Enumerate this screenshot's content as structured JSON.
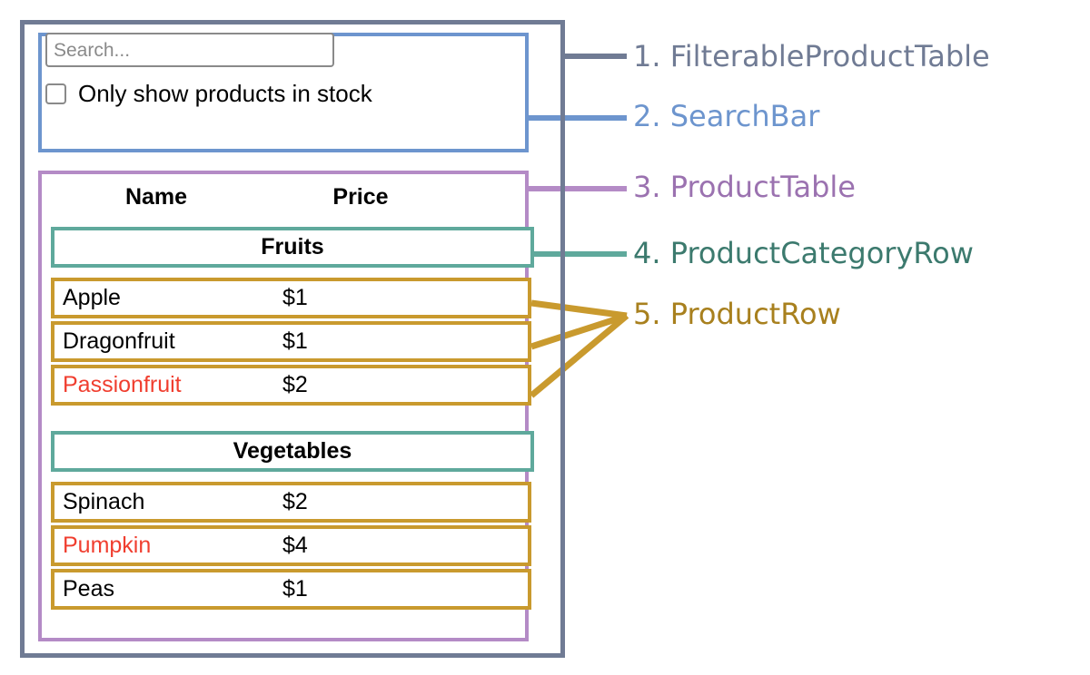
{
  "diagram": {
    "title": "React component hierarchy annotation diagram",
    "legend": [
      {
        "number": "1.",
        "label": "FilterableProductTable",
        "color": "#707B94"
      },
      {
        "number": "2.",
        "label": "SearchBar",
        "color": "#6D95CE"
      },
      {
        "number": "3.",
        "label": "ProductTable",
        "color": "#9B72B0"
      },
      {
        "number": "4.",
        "label": "ProductCategoryRow",
        "color": "#3C7A6E"
      },
      {
        "number": "5.",
        "label": "ProductRow",
        "color": "#A8801E"
      }
    ],
    "legend_text": {
      "item1": "1. FilterableProductTable",
      "item2": "2. SearchBar",
      "item3": "3. ProductTable",
      "item4": "4. ProductCategoryRow",
      "item5": "5. ProductRow"
    }
  },
  "search_bar": {
    "input": {
      "value": "",
      "placeholder": "Search..."
    },
    "checkbox": {
      "label": "Only show products in stock",
      "checked": false
    }
  },
  "product_table": {
    "columns": [
      "Name",
      "Price"
    ],
    "rows": [
      {
        "type": "category",
        "name": "Fruits",
        "price": ""
      },
      {
        "type": "product",
        "name": "Apple",
        "price": "$1",
        "in_stock": true
      },
      {
        "type": "product",
        "name": "Dragonfruit",
        "price": "$1",
        "in_stock": true
      },
      {
        "type": "product",
        "name": "Passionfruit",
        "price": "$2",
        "in_stock": false
      },
      {
        "type": "category",
        "name": "Vegetables",
        "price": ""
      },
      {
        "type": "product",
        "name": "Spinach",
        "price": "$2",
        "in_stock": true
      },
      {
        "type": "product",
        "name": "Pumpkin",
        "price": "$4",
        "in_stock": false
      },
      {
        "type": "product",
        "name": "Peas",
        "price": "$1",
        "in_stock": true
      }
    ]
  },
  "colors": {
    "filterable_product_table": "#707B94",
    "search_bar": "#6D95CE",
    "product_table": "#B48BC6",
    "product_category_row": "#5FA99C",
    "product_row": "#C99A2E",
    "out_of_stock_text": "#F03E2F",
    "placeholder_text": "#8A8A8A",
    "body_text": "#000000"
  }
}
